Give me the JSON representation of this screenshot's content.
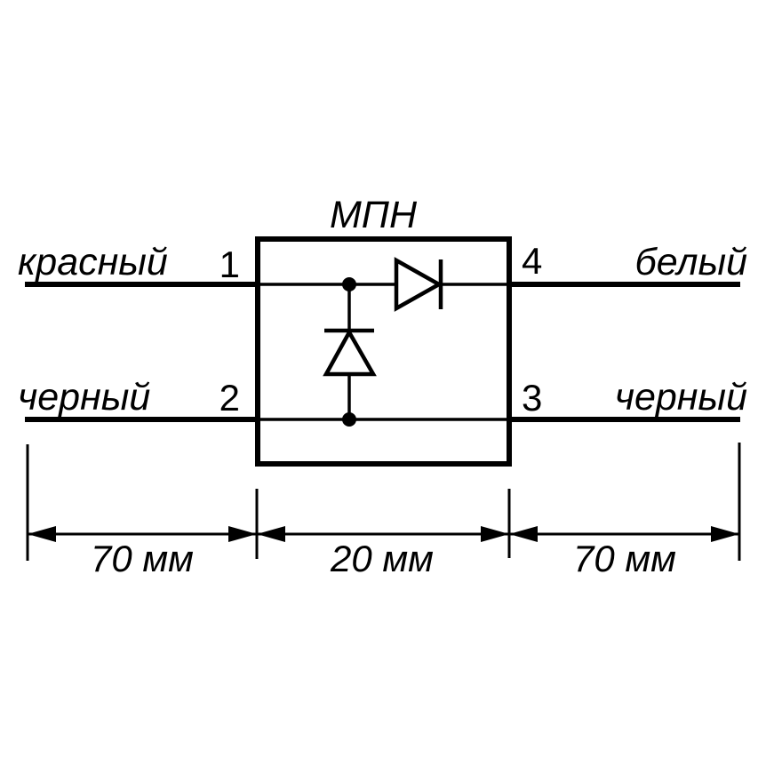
{
  "diagram": {
    "title": "МПН",
    "wires": {
      "top_left_label": "красный",
      "bottom_left_label": "черный",
      "top_right_label": "белый",
      "bottom_right_label": "черный"
    },
    "pins": {
      "pin1": "1",
      "pin2": "2",
      "pin3": "3",
      "pin4": "4"
    },
    "dimensions": {
      "left_label": "70 мм",
      "center_label": "20 мм",
      "right_label": "70 мм"
    },
    "components": {
      "series_diode": "diode in series on top conductor, pointing from pin 1 to pin 4",
      "shunt_diode": "diode between top and bottom conductors, pointing from pin 2 line to pin 1 line"
    },
    "colors": {
      "line": "#000000",
      "background": "#ffffff"
    }
  }
}
